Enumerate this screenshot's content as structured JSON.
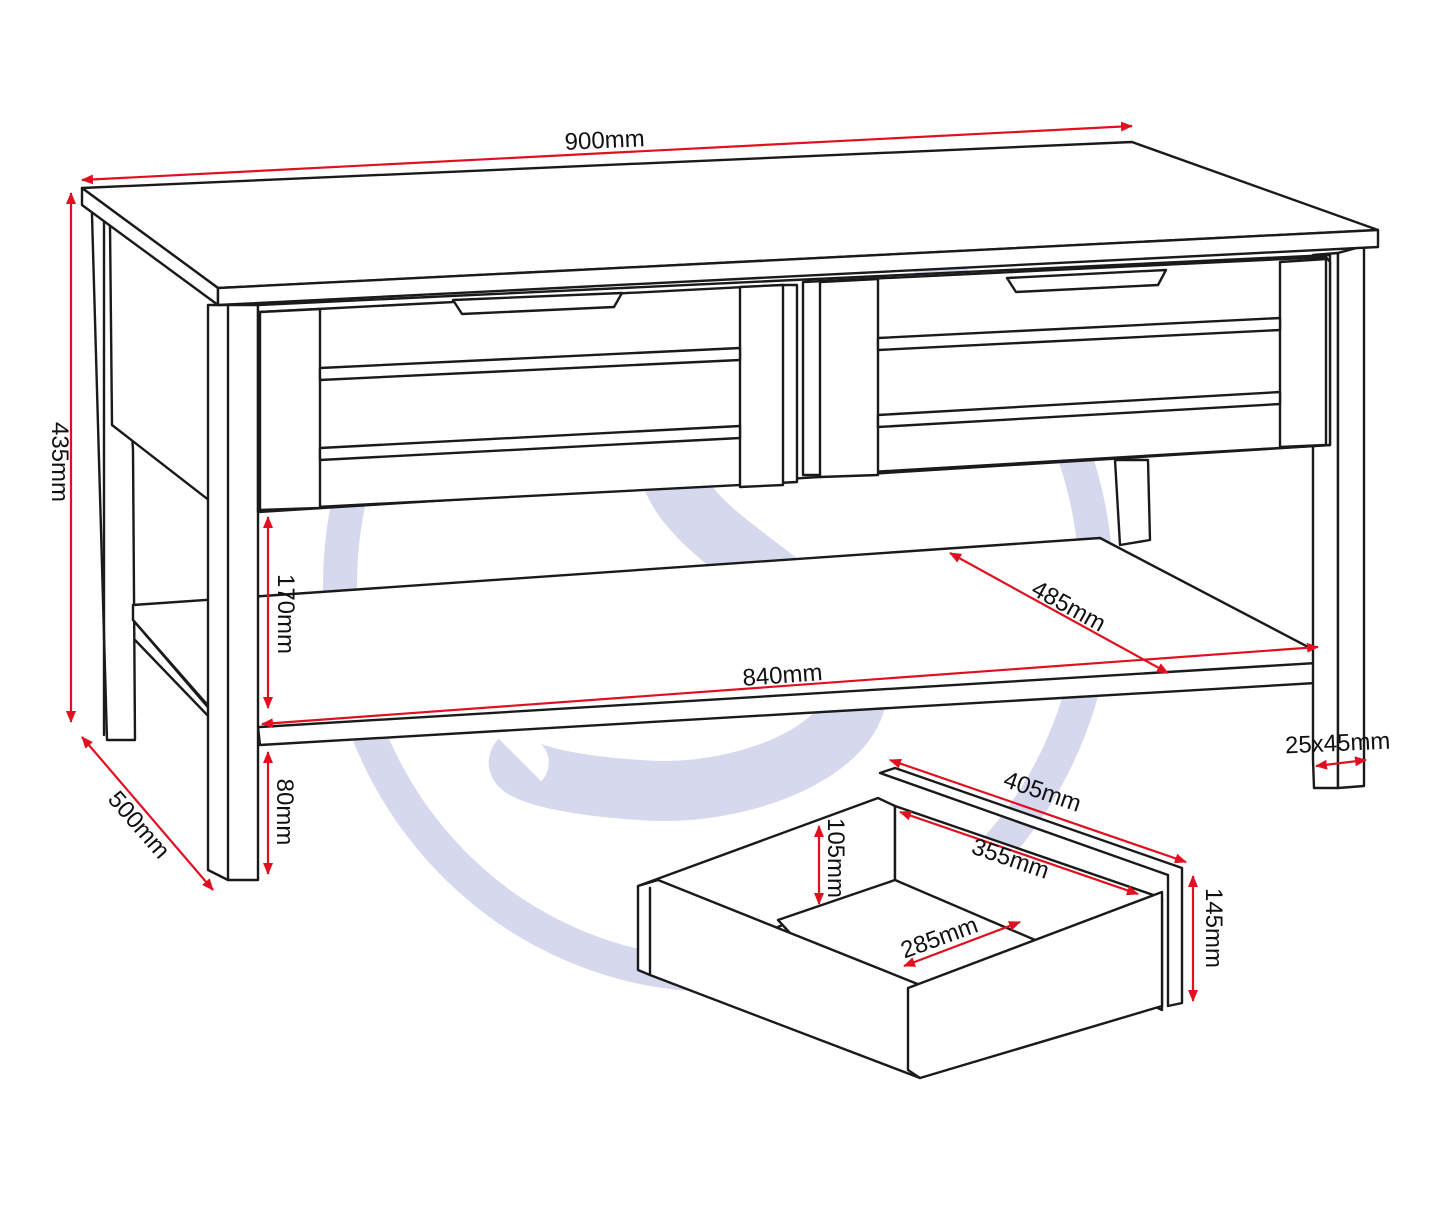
{
  "colors": {
    "outline": "#1a1a1a",
    "dimension": "#e01020",
    "watermark": "#c8cbe8",
    "background": "#ffffff"
  },
  "dimensions": {
    "overall_width": "900mm",
    "overall_height": "435mm",
    "overall_depth": "500mm",
    "drawer_height_clearance": "170mm",
    "shelf_depth": "485mm",
    "shelf_width": "840mm",
    "leg_section": "25x45mm",
    "shelf_to_floor": "80mm",
    "drawer_outer_width": "405mm",
    "drawer_inner_width": "355mm",
    "drawer_inner_height": "105mm",
    "drawer_inner_depth": "285mm",
    "drawer_front_height": "145mm"
  }
}
